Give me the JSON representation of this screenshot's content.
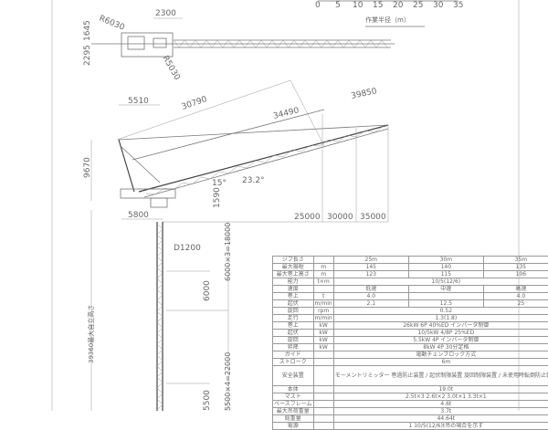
{
  "scale": {
    "ticks": [
      "0",
      "5",
      "10",
      "15",
      "20",
      "25",
      "30",
      "35"
    ],
    "label": "作業半径（m）"
  },
  "plan": {
    "dim_width": "2300",
    "radius_rear": "R6030",
    "radius_front": "R5030",
    "dim_a": "2295",
    "dim_b": "1645"
  },
  "elevation": {
    "d_5510": "5510",
    "d_30790": "30790",
    "d_34490": "34490",
    "d_39850": "39850",
    "d_9670": "9670",
    "d_5800": "5800",
    "d_1590": "1590",
    "angle_min": "15°",
    "angle_b": "23.2°",
    "r25": "25000",
    "r30": "30000",
    "r35": "35000"
  },
  "tower": {
    "d1200": "D1200",
    "d6000": "6000",
    "d18000": "6000×3=18000",
    "d39360": "39360最大自立高さ",
    "d22000": "5500×4=22000",
    "d5500": "5500"
  },
  "spec": {
    "rows": [
      [
        "ジブ長さ",
        "",
        "25m",
        "30m",
        "35m"
      ],
      [
        "最大揚程",
        "m",
        "145",
        "140",
        "135"
      ],
      [
        "最大巻上高さ",
        "m",
        "123",
        "115",
        "106"
      ],
      [
        "能力",
        "t×m",
        "10/5(12/6)"
      ],
      [
        "速度",
        "",
        "低速",
        "中速",
        "高速"
      ],
      [
        "巻上",
        "t",
        "4.0",
        "",
        "4.0"
      ],
      [
        "起伏",
        "m/min",
        "2.1",
        "12.5",
        "25"
      ],
      [
        "旋回",
        "rpm",
        "0.52"
      ],
      [
        "走行",
        "m/min",
        "1.3(1.8)"
      ],
      [
        "巻上",
        "kW",
        "26kW 6P 40%ED インバータ制御"
      ],
      [
        "起伏",
        "kW",
        "10/5kW 4/8P 25%ED"
      ],
      [
        "旋回",
        "kW",
        "5.5kW 4P インバータ制御"
      ],
      [
        "昇降",
        "kW",
        "8kW 4P 30分定格"
      ],
      [
        "ガイド",
        "",
        "電動チェンブロック方式"
      ],
      [
        "ストローク",
        "",
        "6m"
      ],
      [
        "安全装置",
        "",
        "モーメントリミッター 巻過防止装置 / 起伏制限装置 旋回制限装置 / 未使用時転倒防止装置"
      ],
      [
        "本体",
        "",
        "19.0t"
      ],
      [
        "マスト",
        "",
        "2.5t×3 2.6t×2 3.0t×1 3.3t×1"
      ],
      [
        "ベースフレーム",
        "",
        "4.6t"
      ],
      [
        "最大吊荷重量",
        "",
        "3.7t"
      ],
      [
        "総重量",
        "",
        "44.64t"
      ],
      [
        "電源",
        "",
        "1 10/5(12/6)t吊の場合を示す"
      ]
    ]
  }
}
